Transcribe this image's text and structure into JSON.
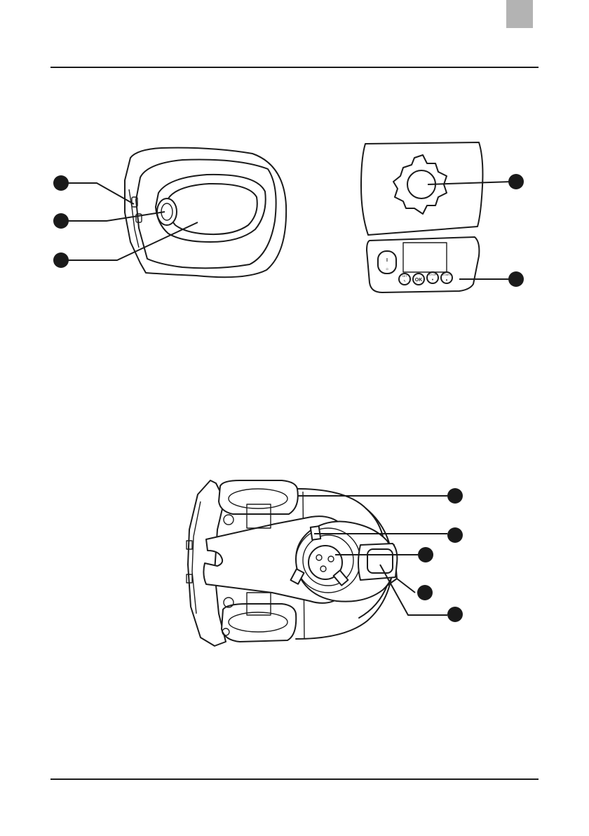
{
  "page": {
    "tab_color": "#b3b3b3",
    "rule_color": "#1a1a1a"
  },
  "figures": {
    "top_cover": {
      "name": "top-cover",
      "callouts": 3
    },
    "control_panel": {
      "name": "control-panel",
      "power_symbol": "I",
      "power_symbol_off": "O",
      "buttons": [
        {
          "label": "OK",
          "name": "ok-button"
        },
        {
          "label": "SET",
          "name": "set-button"
        },
        {
          "label": "START",
          "name": "start-button"
        },
        {
          "label": "STOP",
          "name": "stop-button"
        }
      ],
      "callouts": 2
    },
    "underside": {
      "name": "mower-underside",
      "callouts": 5
    }
  }
}
